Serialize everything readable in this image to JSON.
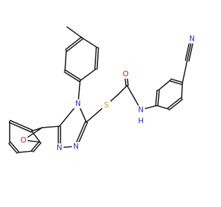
{
  "atoms": [
    {
      "id": "S1",
      "label": "S",
      "color": "#b8a000"
    },
    {
      "id": "N1",
      "label": "N",
      "color": "#2233dd"
    },
    {
      "id": "N2",
      "label": "N",
      "color": "#2233dd"
    },
    {
      "id": "N4",
      "label": "N",
      "color": "#2233dd"
    },
    {
      "id": "O1",
      "label": "O",
      "color": "#dd1111"
    },
    {
      "id": "O2",
      "label": "O",
      "color": "#dd1111"
    },
    {
      "id": "NH",
      "label": "N",
      "color": "#2233dd"
    },
    {
      "id": "H1",
      "label": "H",
      "color": "#2233dd"
    },
    {
      "id": "Nc",
      "label": "N",
      "color": "#2233dd"
    }
  ],
  "colors": {
    "bond": "#1a1a1a",
    "nitrogen": "#2233dd",
    "oxygen": "#dd1111",
    "sulfur": "#b8a000"
  }
}
